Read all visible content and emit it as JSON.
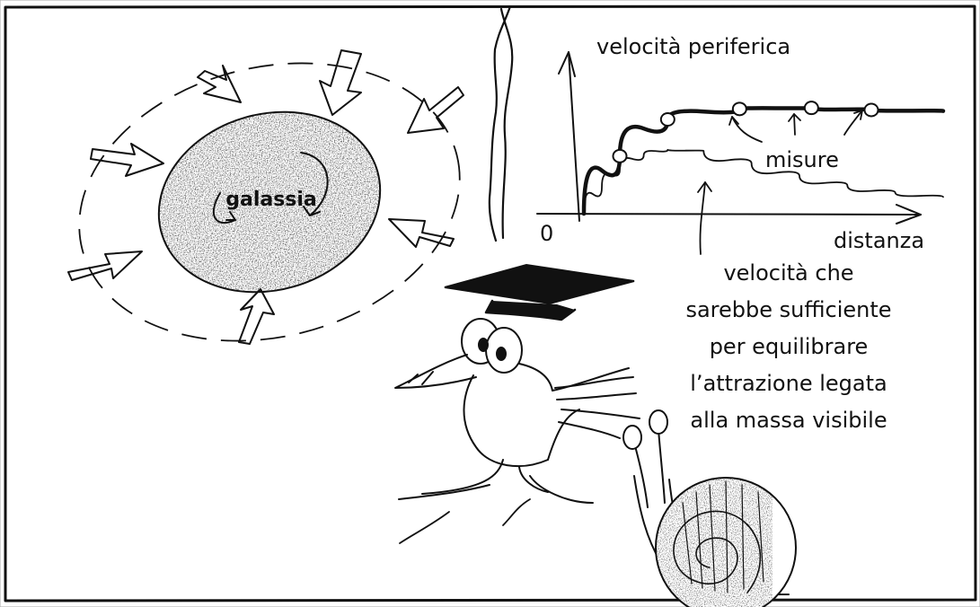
{
  "galaxy": {
    "label": "galassia"
  },
  "chart": {
    "ylabel": "velocità periferica",
    "xlabel": "distanza",
    "origin": "0",
    "measures_label": "misure",
    "visible_mass_caption": [
      "velocità che",
      "sarebbe sufficiente",
      "per equilibrare",
      "l’attrazione legata",
      "alla massa visibile"
    ]
  },
  "chart_data": {
    "type": "line",
    "series": [
      {
        "name": "misure",
        "x": [
          0.0,
          0.3,
          0.7,
          1.3,
          1.9,
          2.4,
          3.0
        ],
        "y": [
          0.0,
          0.55,
          0.9,
          1.0,
          1.01,
          0.99,
          0.98
        ]
      },
      {
        "x": [
          0.0,
          0.15,
          0.3,
          0.5,
          0.7,
          1.0,
          1.4,
          1.8,
          2.2,
          2.6,
          3.0
        ],
        "y": [
          0.0,
          0.25,
          0.42,
          0.56,
          0.61,
          0.6,
          0.48,
          0.36,
          0.27,
          0.2,
          0.16
        ]
      }
    ],
    "measurement_points": [
      {
        "x": 0.3,
        "y": 0.55
      },
      {
        "x": 0.7,
        "y": 0.9
      },
      {
        "x": 1.3,
        "y": 1.0
      },
      {
        "x": 1.9,
        "y": 1.01
      },
      {
        "x": 2.4,
        "y": 0.99
      }
    ],
    "xlabel": "distanza",
    "ylabel": "velocità periferica",
    "xlim": [
      0,
      3
    ],
    "ylim": [
      0,
      1.5
    ],
    "grid": false
  },
  "colors": {
    "ink": "#111111",
    "background": "#ffffff",
    "galaxy_shading": "#8a8a8a"
  }
}
